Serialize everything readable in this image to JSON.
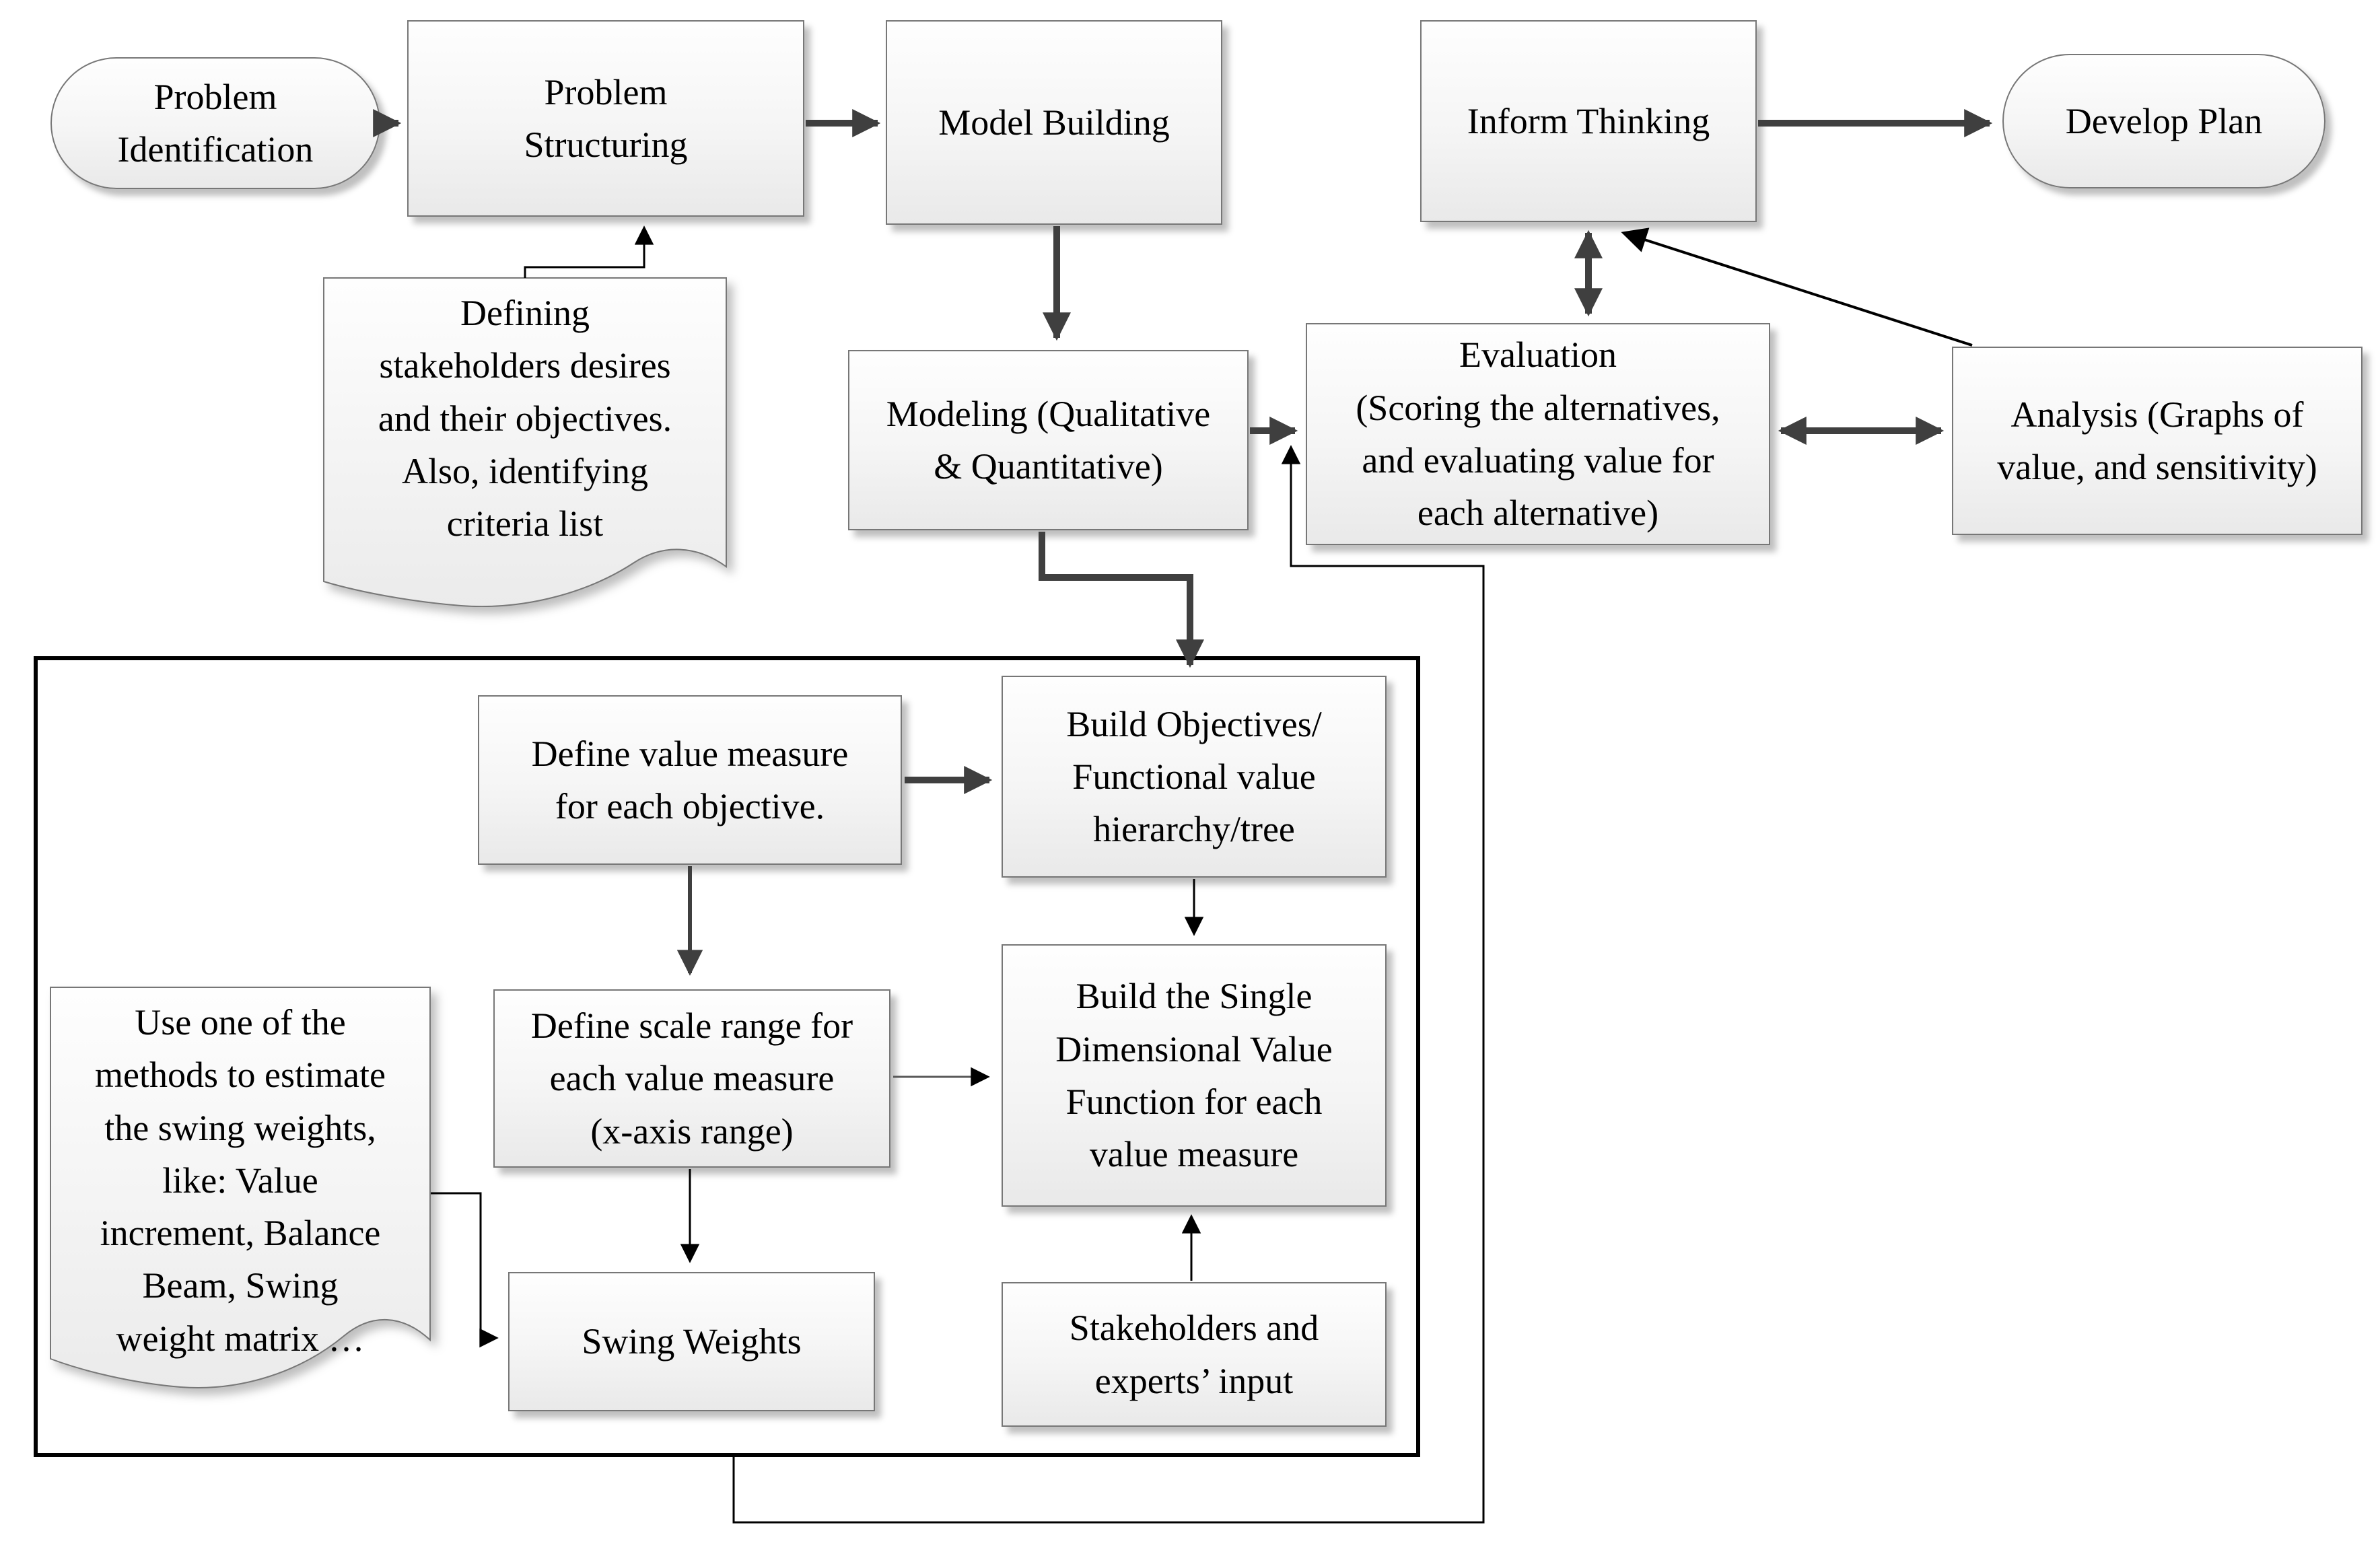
{
  "diagram": {
    "title": "Decision analysis process flowchart",
    "colors": {
      "background": "#ffffff",
      "box_fill_top": "#fefefe",
      "box_fill_bottom": "#e9e9e9",
      "box_border": "#777777",
      "container_border": "#000000",
      "thick_arrow": "#3f3f3f",
      "thin_arrow": "#000000"
    },
    "nodes": {
      "problem_identification": {
        "shape": "terminator",
        "label": "Problem\nIdentification"
      },
      "problem_structuring": {
        "shape": "process",
        "label": "Problem\nStructuring"
      },
      "model_building": {
        "shape": "process",
        "label": "Model Building"
      },
      "inform_thinking": {
        "shape": "process",
        "label": "Inform Thinking"
      },
      "develop_plan": {
        "shape": "terminator",
        "label": "Develop Plan"
      },
      "defining_stakeholders_note": {
        "shape": "document",
        "label": "Defining\nstakeholders desires\nand their objectives.\nAlso, identifying\ncriteria list"
      },
      "modeling": {
        "shape": "process",
        "label": "Modeling (Qualitative\n& Quantitative)"
      },
      "evaluation": {
        "shape": "process",
        "label": "Evaluation\n(Scoring the alternatives,\nand evaluating value for\neach alternative)"
      },
      "analysis": {
        "shape": "process",
        "label": "Analysis (Graphs of\nvalue, and sensitivity)"
      },
      "inner_group": {
        "shape": "container",
        "label": ""
      },
      "define_value_measure": {
        "shape": "process",
        "label": "Define value measure\nfor each objective."
      },
      "build_objectives": {
        "shape": "process",
        "label": "Build Objectives/\nFunctional value\nhierarchy/tree"
      },
      "define_scale_range": {
        "shape": "process",
        "label": "Define scale range for\neach value measure\n(x-axis range)"
      },
      "build_sdvf": {
        "shape": "process",
        "label": "Build the Single\nDimensional Value\nFunction for each\nvalue measure"
      },
      "swing_weights_note": {
        "shape": "document",
        "label": "Use one of the\nmethods to estimate\nthe swing weights,\nlike: Value\nincrement, Balance\nBeam, Swing\nweight matrix …"
      },
      "swing_weights": {
        "shape": "process",
        "label": "Swing Weights"
      },
      "stakeholders_input": {
        "shape": "process",
        "label": "Stakeholders and\nexperts’ input"
      }
    },
    "edges": [
      {
        "from": "problem_identification",
        "to": "problem_structuring",
        "type": "arrow",
        "weight": "thick"
      },
      {
        "from": "problem_structuring",
        "to": "model_building",
        "type": "arrow",
        "weight": "thick"
      },
      {
        "from": "model_building",
        "to": "modeling",
        "type": "arrow",
        "weight": "thick"
      },
      {
        "from": "defining_stakeholders_note",
        "to": "problem_structuring",
        "type": "arrow",
        "weight": "thin"
      },
      {
        "from": "modeling",
        "to": "evaluation",
        "type": "arrow",
        "weight": "thick"
      },
      {
        "from": "inform_thinking",
        "to": "evaluation",
        "type": "double-arrow",
        "weight": "thick"
      },
      {
        "from": "evaluation",
        "to": "analysis",
        "type": "double-arrow",
        "weight": "thick"
      },
      {
        "from": "analysis",
        "to": "inform_thinking",
        "type": "arrow",
        "weight": "thin"
      },
      {
        "from": "inform_thinking",
        "to": "develop_plan",
        "type": "arrow",
        "weight": "thick"
      },
      {
        "from": "modeling",
        "to": "build_objectives",
        "type": "arrow",
        "weight": "thick"
      },
      {
        "from": "define_value_measure",
        "to": "build_objectives",
        "type": "arrow",
        "weight": "thick"
      },
      {
        "from": "build_objectives",
        "to": "build_sdvf",
        "type": "arrow",
        "weight": "thin"
      },
      {
        "from": "define_value_measure",
        "to": "define_scale_range",
        "type": "arrow",
        "weight": "medium"
      },
      {
        "from": "define_scale_range",
        "to": "build_sdvf",
        "type": "arrow",
        "weight": "thin"
      },
      {
        "from": "define_scale_range",
        "to": "swing_weights",
        "type": "arrow",
        "weight": "thin"
      },
      {
        "from": "swing_weights_note",
        "to": "swing_weights",
        "type": "arrow",
        "weight": "thin"
      },
      {
        "from": "stakeholders_input",
        "to": "build_sdvf",
        "type": "arrow",
        "weight": "thin"
      },
      {
        "from": "inner_group",
        "to": "evaluation",
        "type": "arrow",
        "weight": "thin"
      }
    ]
  }
}
